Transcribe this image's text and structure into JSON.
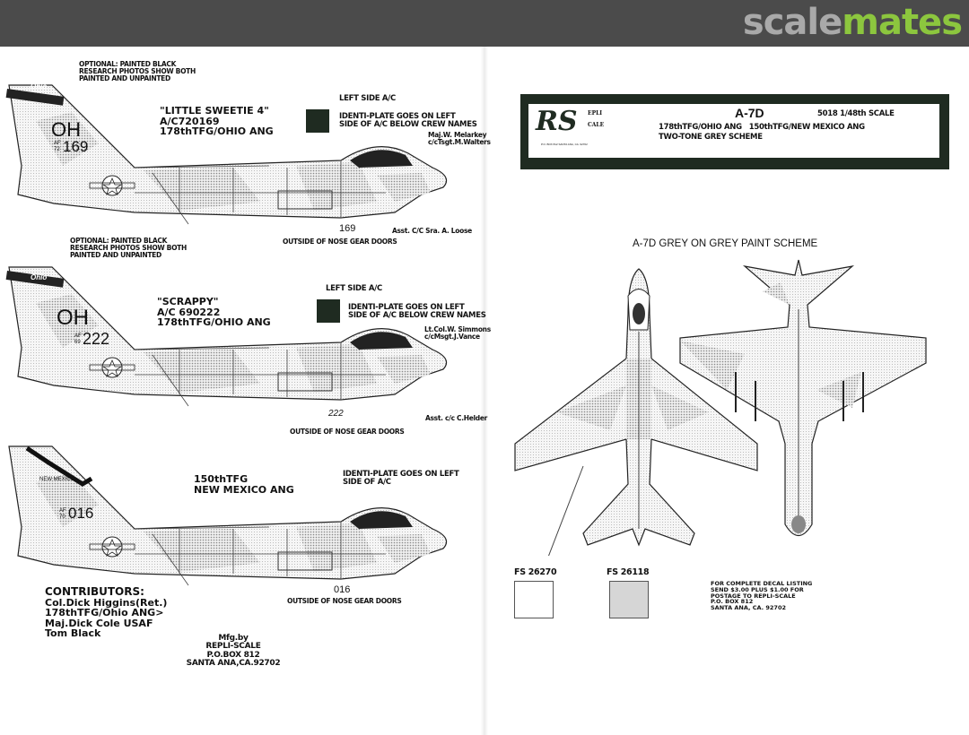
{
  "header": {
    "logo_left": "scale",
    "logo_right": "mates",
    "colors": {
      "bar": "#4b4b4b",
      "logo_grey": "#a9a9a9",
      "logo_green": "#8cc63e"
    }
  },
  "title_box": {
    "logo_initials": "RS",
    "logo_line1": "EPLI",
    "logo_line2": "CALE",
    "logo_address": "P.O. BOX 812 SANTA ANA, CA. 92702",
    "model": "A-7D",
    "catalog": "5018 1/48th SCALE",
    "units": "178thTFG/OHIO ANG   150thTFG/NEW MEXICO ANG",
    "scheme": "TWO-TONE GREY SCHEME"
  },
  "aircraft": [
    {
      "note": [
        "OPTIONAL: PAINTED BLACK",
        "RESEARCH PHOTOS SHOW BOTH",
        "PAINTED AND UNPAINTED"
      ],
      "name": "\"LITTLE SWEETIE 4\"",
      "serial": "A/C720169",
      "unit": "178thTFG/OHIO ANG",
      "side_label": "LEFT SIDE A/C",
      "identi": [
        "IDENTI-PLATE GOES ON LEFT",
        "SIDE OF A/C BELOW CREW NAMES"
      ],
      "crew": [
        "Maj.W. Melarkey",
        "c/cTsgt.M.Walters"
      ],
      "asst": "Asst. C/C Sra. A. Loose",
      "tail_code": "OH",
      "tail_af": "AF",
      "tail_year": "72",
      "tail_number": "169",
      "gear_number": "169",
      "gear_label": "OUTSIDE OF NOSE GEAR DOORS",
      "fin_band": "Ohio"
    },
    {
      "note": [
        "OPTIONAL: PAINTED BLACK",
        "RESEARCH PHOTOS SHOW BOTH",
        "PAINTED AND UNPAINTED"
      ],
      "name": "\"SCRAPPY\"",
      "serial": "A/C 690222",
      "unit": "178thTFG/OHIO ANG",
      "side_label": "LEFT SIDE A/C",
      "identi": [
        "IDENTI-PLATE GOES ON LEFT",
        "SIDE OF A/C BELOW CREW NAMES"
      ],
      "crew": [
        "Lt.Col.W. Simmons",
        "c/cMsgt.J.Vance"
      ],
      "asst": "Asst. c/c C.Helder",
      "tail_code": "OH",
      "tail_af": "AF",
      "tail_year": "69",
      "tail_number": "222",
      "gear_number": "222",
      "gear_label": "OUTSIDE OF NOSE GEAR DOORS",
      "fin_band": "Ohio"
    },
    {
      "name_line1": "150thTFG",
      "name_line2": "NEW MEXICO ANG",
      "identi": [
        "IDENTI-PLATE GOES ON LEFT",
        "SIDE OF A/C"
      ],
      "tail_af": "AF",
      "tail_year": "70",
      "tail_number": "016",
      "gear_number": "016",
      "gear_label": "OUTSIDE OF NOSE GEAR DOORS",
      "fin_text": "NEW MEXICO"
    }
  ],
  "contributors": {
    "title": "CONTRIBUTORS:",
    "lines": [
      "Col.Dick Higgins(Ret.)",
      "178thTFG/Ohio ANG>",
      "Maj.Dick Cole USAF",
      "Tom Black"
    ]
  },
  "manufacturer": {
    "lines": [
      "Mfg.by",
      "REPLI-SCALE",
      "P.O.BOX 812",
      "SANTA ANA,CA.92702"
    ]
  },
  "paint_scheme": {
    "title": "A-7D GREY ON GREY PAINT SCHEME",
    "swatches": [
      {
        "label": "FS 26270",
        "color": "#ffffff"
      },
      {
        "label": "FS 26118",
        "color": "#d6d6d6"
      }
    ]
  },
  "order_info": [
    "FOR COMPLETE DECAL LISTING",
    "SEND $3.00 PLUS $1.00 FOR",
    "POSTAGE TO REPLI-SCALE",
    "P.O. BOX 812",
    "SANTA ANA, CA. 92702"
  ]
}
